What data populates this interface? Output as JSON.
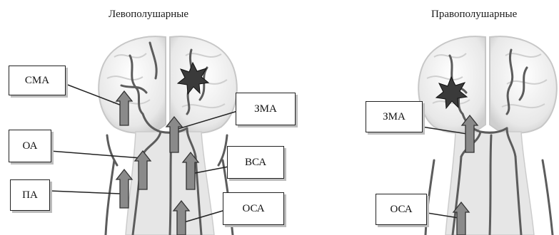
{
  "panels": {
    "left": {
      "title": "Левополушарные",
      "labels": {
        "sma": "СМА",
        "oa": "ОА",
        "pa": "ПА",
        "zma": "ЗМА",
        "vsa": "ВСА",
        "osa": "ОСА"
      }
    },
    "right": {
      "title": "Правополушарные",
      "labels": {
        "zma": "ЗМА",
        "osa": "ОСА"
      }
    }
  },
  "colors": {
    "arrow_fill": "#8a8a8a",
    "arrow_stroke": "#333333",
    "lesion": "#3a3a3a",
    "brain": "#eeeeee",
    "vessel": "#5c5c5c"
  },
  "icons": [
    "brain-illustration",
    "lesion-starburst",
    "up-arrow"
  ]
}
